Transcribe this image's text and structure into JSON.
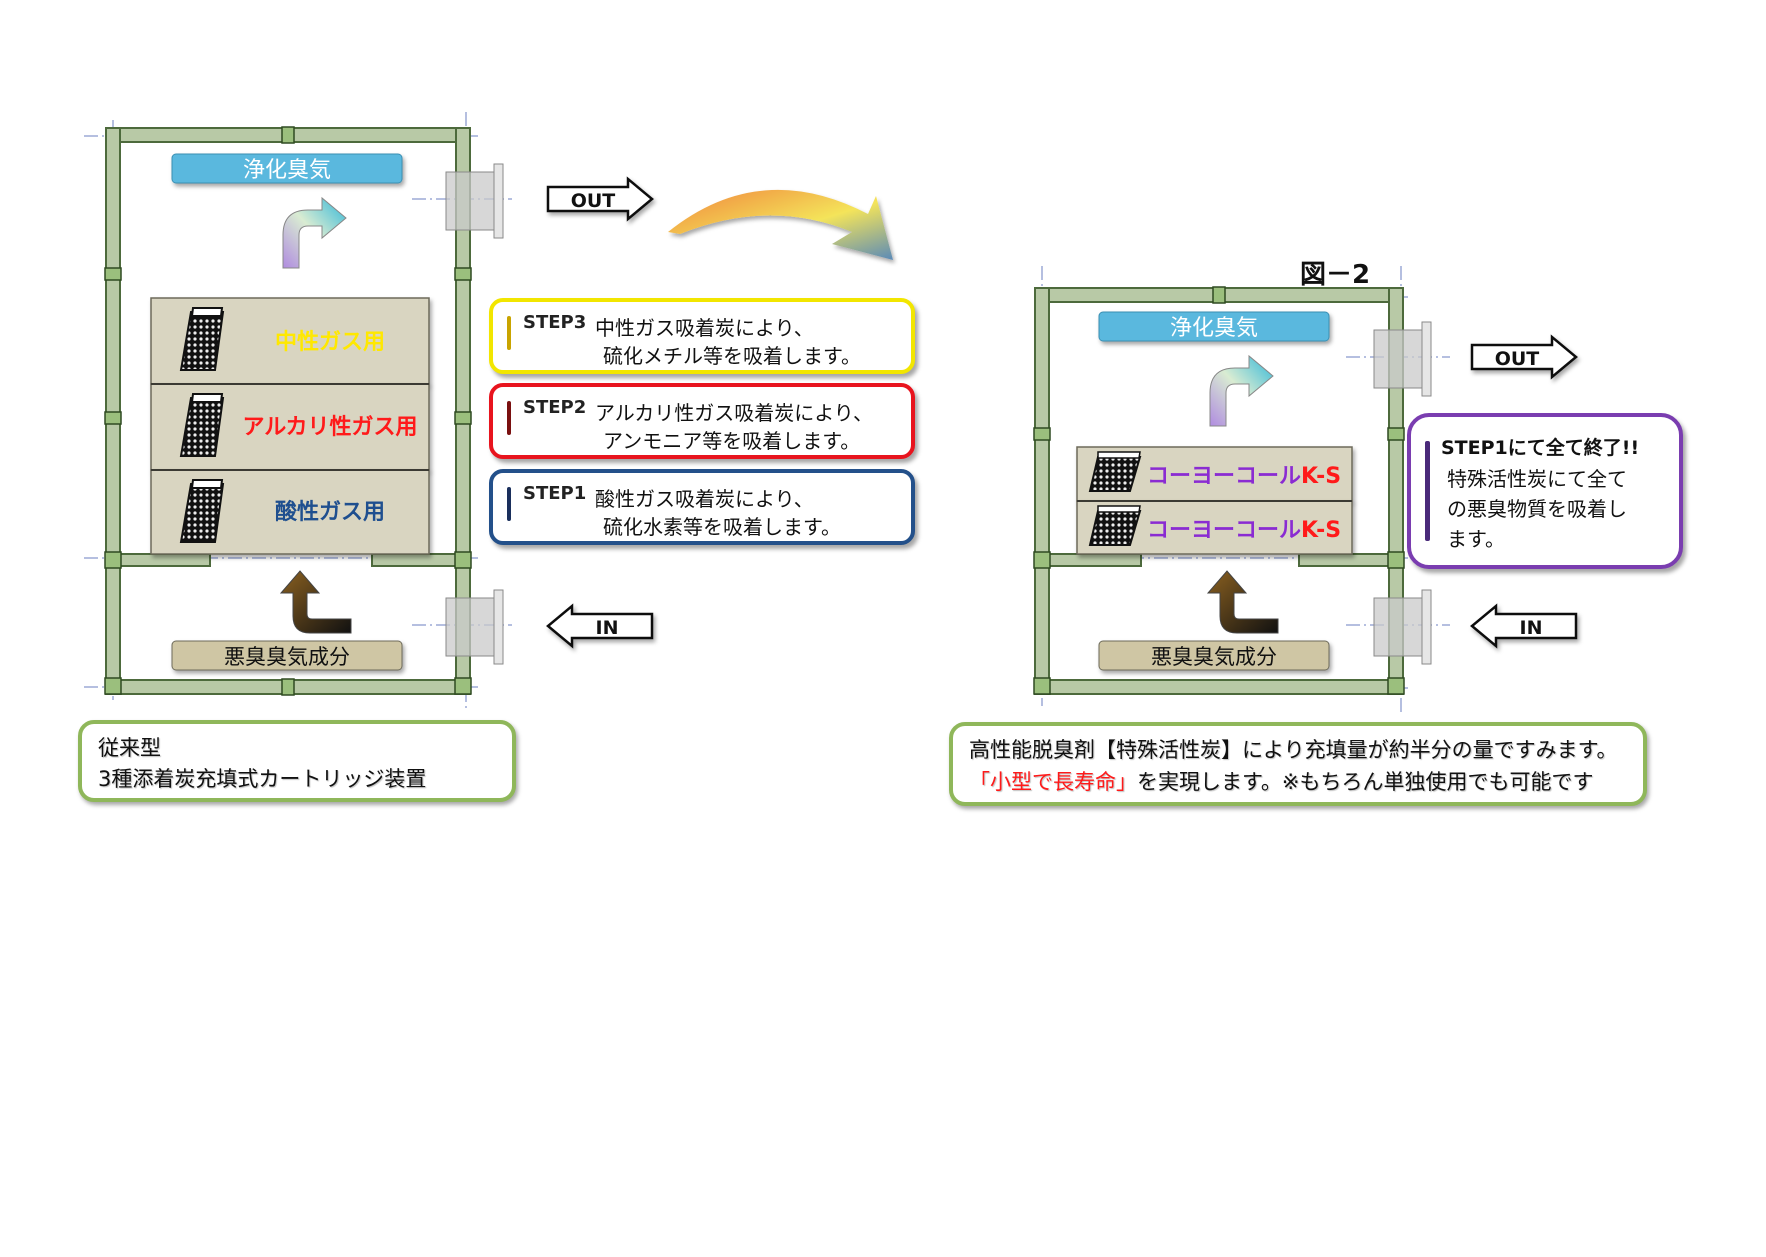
{
  "figure_label": "図－2",
  "left_unit": {
    "top_label": "浄化臭気",
    "bottom_label": "悪臭臭気成分",
    "out_label": "OUT",
    "in_label": "IN",
    "cartridges": [
      {
        "label": "中性ガス用",
        "color": "#ffe800"
      },
      {
        "label": "アルカリ性ガス用",
        "color": "#ff1a1a"
      },
      {
        "label": "酸性ガス用",
        "color": "#1f4f8f"
      }
    ]
  },
  "right_unit": {
    "top_label": "浄化臭気",
    "bottom_label": "悪臭臭気成分",
    "out_label": "OUT",
    "in_label": "IN",
    "cartridges": [
      {
        "prefix": "コーヨーコール",
        "suffix": "K-S"
      },
      {
        "prefix": "コーヨーコール",
        "suffix": "K-S"
      }
    ]
  },
  "steps": [
    {
      "tag": "STEP3",
      "line1": "中性ガス吸着炭により、",
      "line2": "硫化メチル等を吸着します。",
      "color": "#f2e600"
    },
    {
      "tag": "STEP2",
      "line1": "アルカリ性ガス吸着炭により、",
      "line2": "アンモニア等を吸着します。",
      "color": "#e8141e"
    },
    {
      "tag": "STEP1",
      "line1": "酸性ガス吸着炭により、",
      "line2": "硫化水素等を吸着します。",
      "color": "#23508a"
    }
  ],
  "step_final": {
    "title_tag": "STEP1",
    "title_rest": "にて全て終了!!",
    "lines": [
      "特殊活性炭にて全て",
      "の悪臭物質を吸着し",
      "ます。"
    ],
    "color": "#7a3db0"
  },
  "caption_left": {
    "line1": "従来型",
    "line2": "3種添着炭充填式カートリッジ装置"
  },
  "caption_right": {
    "line1": "高性能脱臭剤【特殊活性炭】により充填量が約半分の量ですみます。",
    "line2_highlight": "「小型で長寿命」",
    "line2_rest": "を実現します。※もちろん単独使用でも可能です"
  },
  "colors": {
    "frame": "#b8c9a6",
    "frame_dark": "#4d6a3c",
    "label_blue": "#5ab8de",
    "label_tan": "#cfc6a4",
    "cartridge": "#d9d5c1",
    "kanji_purple": "#8a2bd2",
    "ks_red": "#ff1a1a"
  }
}
